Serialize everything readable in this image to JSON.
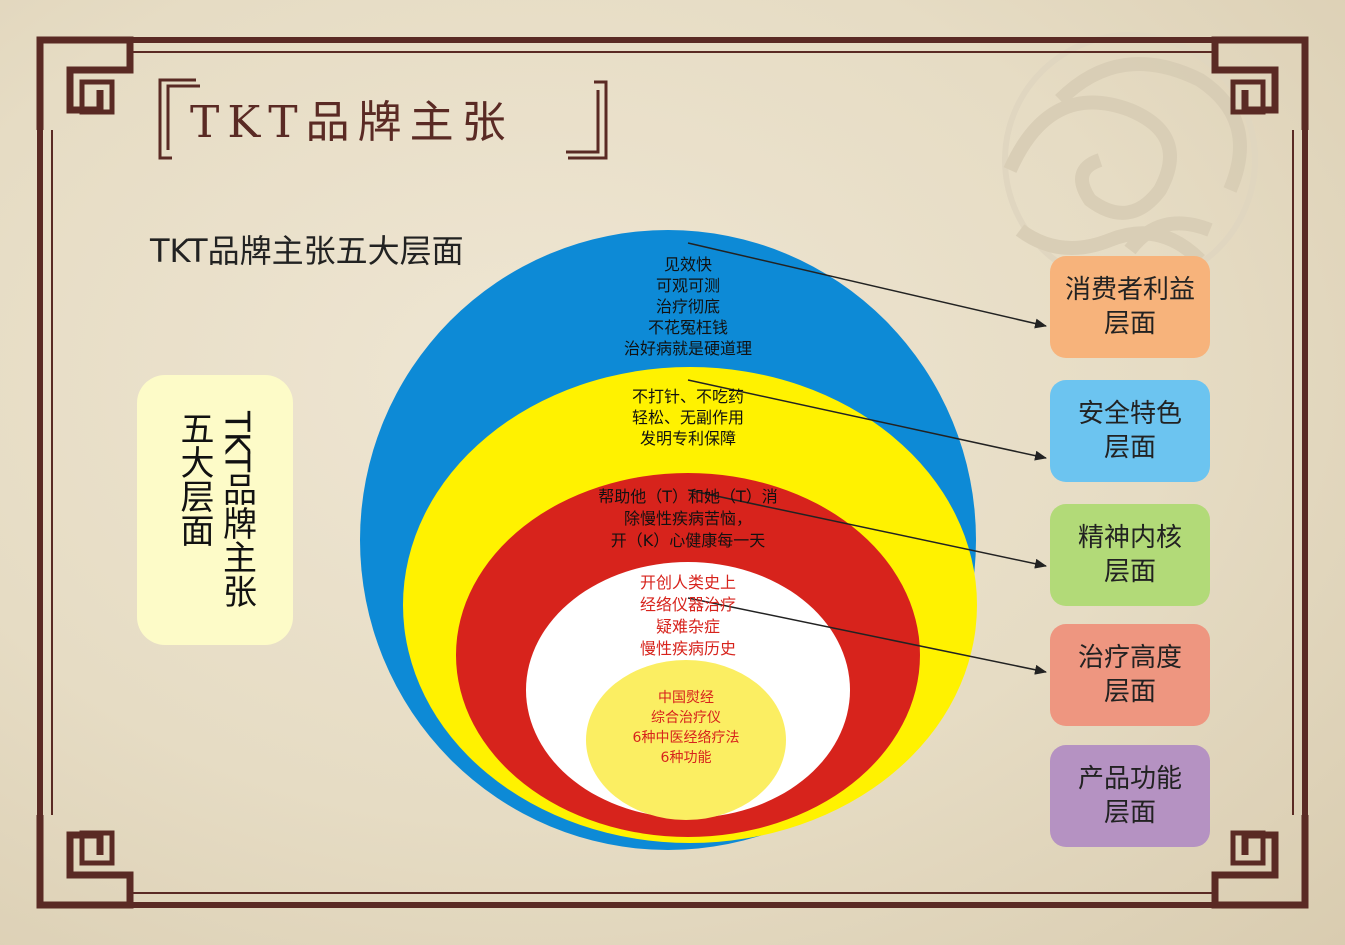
{
  "title": "TKT品牌主张",
  "subtitle": "TKT品牌主张五大层面",
  "side_label": "TKT品牌主张\n五大层面",
  "rings": [
    {
      "text": "见效快\n可观可测\n治疗彻底\n不花冤枉钱\n治好病就是硬道理",
      "fill": "#0d8ad6",
      "text_color": "#111111"
    },
    {
      "text": "不打针、不吃药\n轻松、无副作用\n发明专利保障",
      "fill": "#fff200",
      "text_color": "#111111"
    },
    {
      "text": "帮助他（T）和她（T）消\n除慢性疾病苦恼，\n开（K）心健康每一天",
      "fill": "#d7231c",
      "text_color": "#111111"
    },
    {
      "text": "开创人类史上\n经络仪器治疗\n疑难杂症\n慢性疾病历史",
      "fill": "#ffffff",
      "text_color": "#d7231c"
    },
    {
      "text": "中国熨经\n综合治疗仪\n6种中医经络疗法\n6种功能",
      "fill": "#fbee62",
      "text_color": "#d7231c"
    }
  ],
  "layers": [
    {
      "label": "消费者利益\n层面",
      "color": "#f7b37b"
    },
    {
      "label": "安全特色\n层面",
      "color": "#6cc4f0"
    },
    {
      "label": "精神内核\n层面",
      "color": "#b2da78"
    },
    {
      "label": "治疗高度\n层面",
      "color": "#ee9680"
    },
    {
      "label": "产品功能\n层面",
      "color": "#b592c2"
    }
  ]
}
